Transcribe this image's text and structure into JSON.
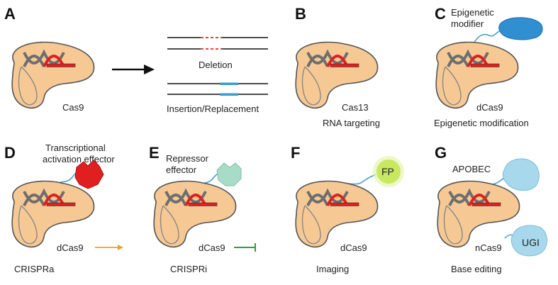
{
  "panels": {
    "A": {
      "letter": "A",
      "enzyme": "Cas9",
      "out_top": "Deletion",
      "out_bottom": "Insertion/Replacement"
    },
    "B": {
      "letter": "B",
      "enzyme": "Cas13",
      "caption": "RNA targeting"
    },
    "C": {
      "letter": "C",
      "enzyme": "dCas9",
      "effector_line1": "Epigenetic",
      "effector_line2": "modifier",
      "caption": "Epigenetic modification"
    },
    "D": {
      "letter": "D",
      "enzyme": "dCas9",
      "effector_line1": "Transcriptional",
      "effector_line2": "activation effector",
      "caption": "CRISPRa"
    },
    "E": {
      "letter": "E",
      "enzyme": "dCas9",
      "effector_line1": "Repressor",
      "effector_line2": "effector",
      "caption": "CRISPRi"
    },
    "F": {
      "letter": "F",
      "enzyme": "dCas9",
      "effector": "FP",
      "caption": "Imaging"
    },
    "G": {
      "letter": "G",
      "enzyme": "nCas9",
      "effector_top": "APOBEC",
      "effector_bottom": "UGI",
      "caption": "Base editing"
    }
  },
  "colors": {
    "body": "#f6c994",
    "outline": "#555555",
    "dna_gray": "#6e6e6e",
    "dna_red": "#e02020",
    "guide_bar": "#e02020",
    "linker": "#4a9fd0",
    "epigenetic": "#2f8fd0",
    "activator": "#e02020",
    "repressor": "#a8dcc8",
    "fp_glow": "#c8e860",
    "apobec": "#a8d8ec",
    "activation_arrow": "#f0a020",
    "repression_bar": "#2fa040"
  }
}
